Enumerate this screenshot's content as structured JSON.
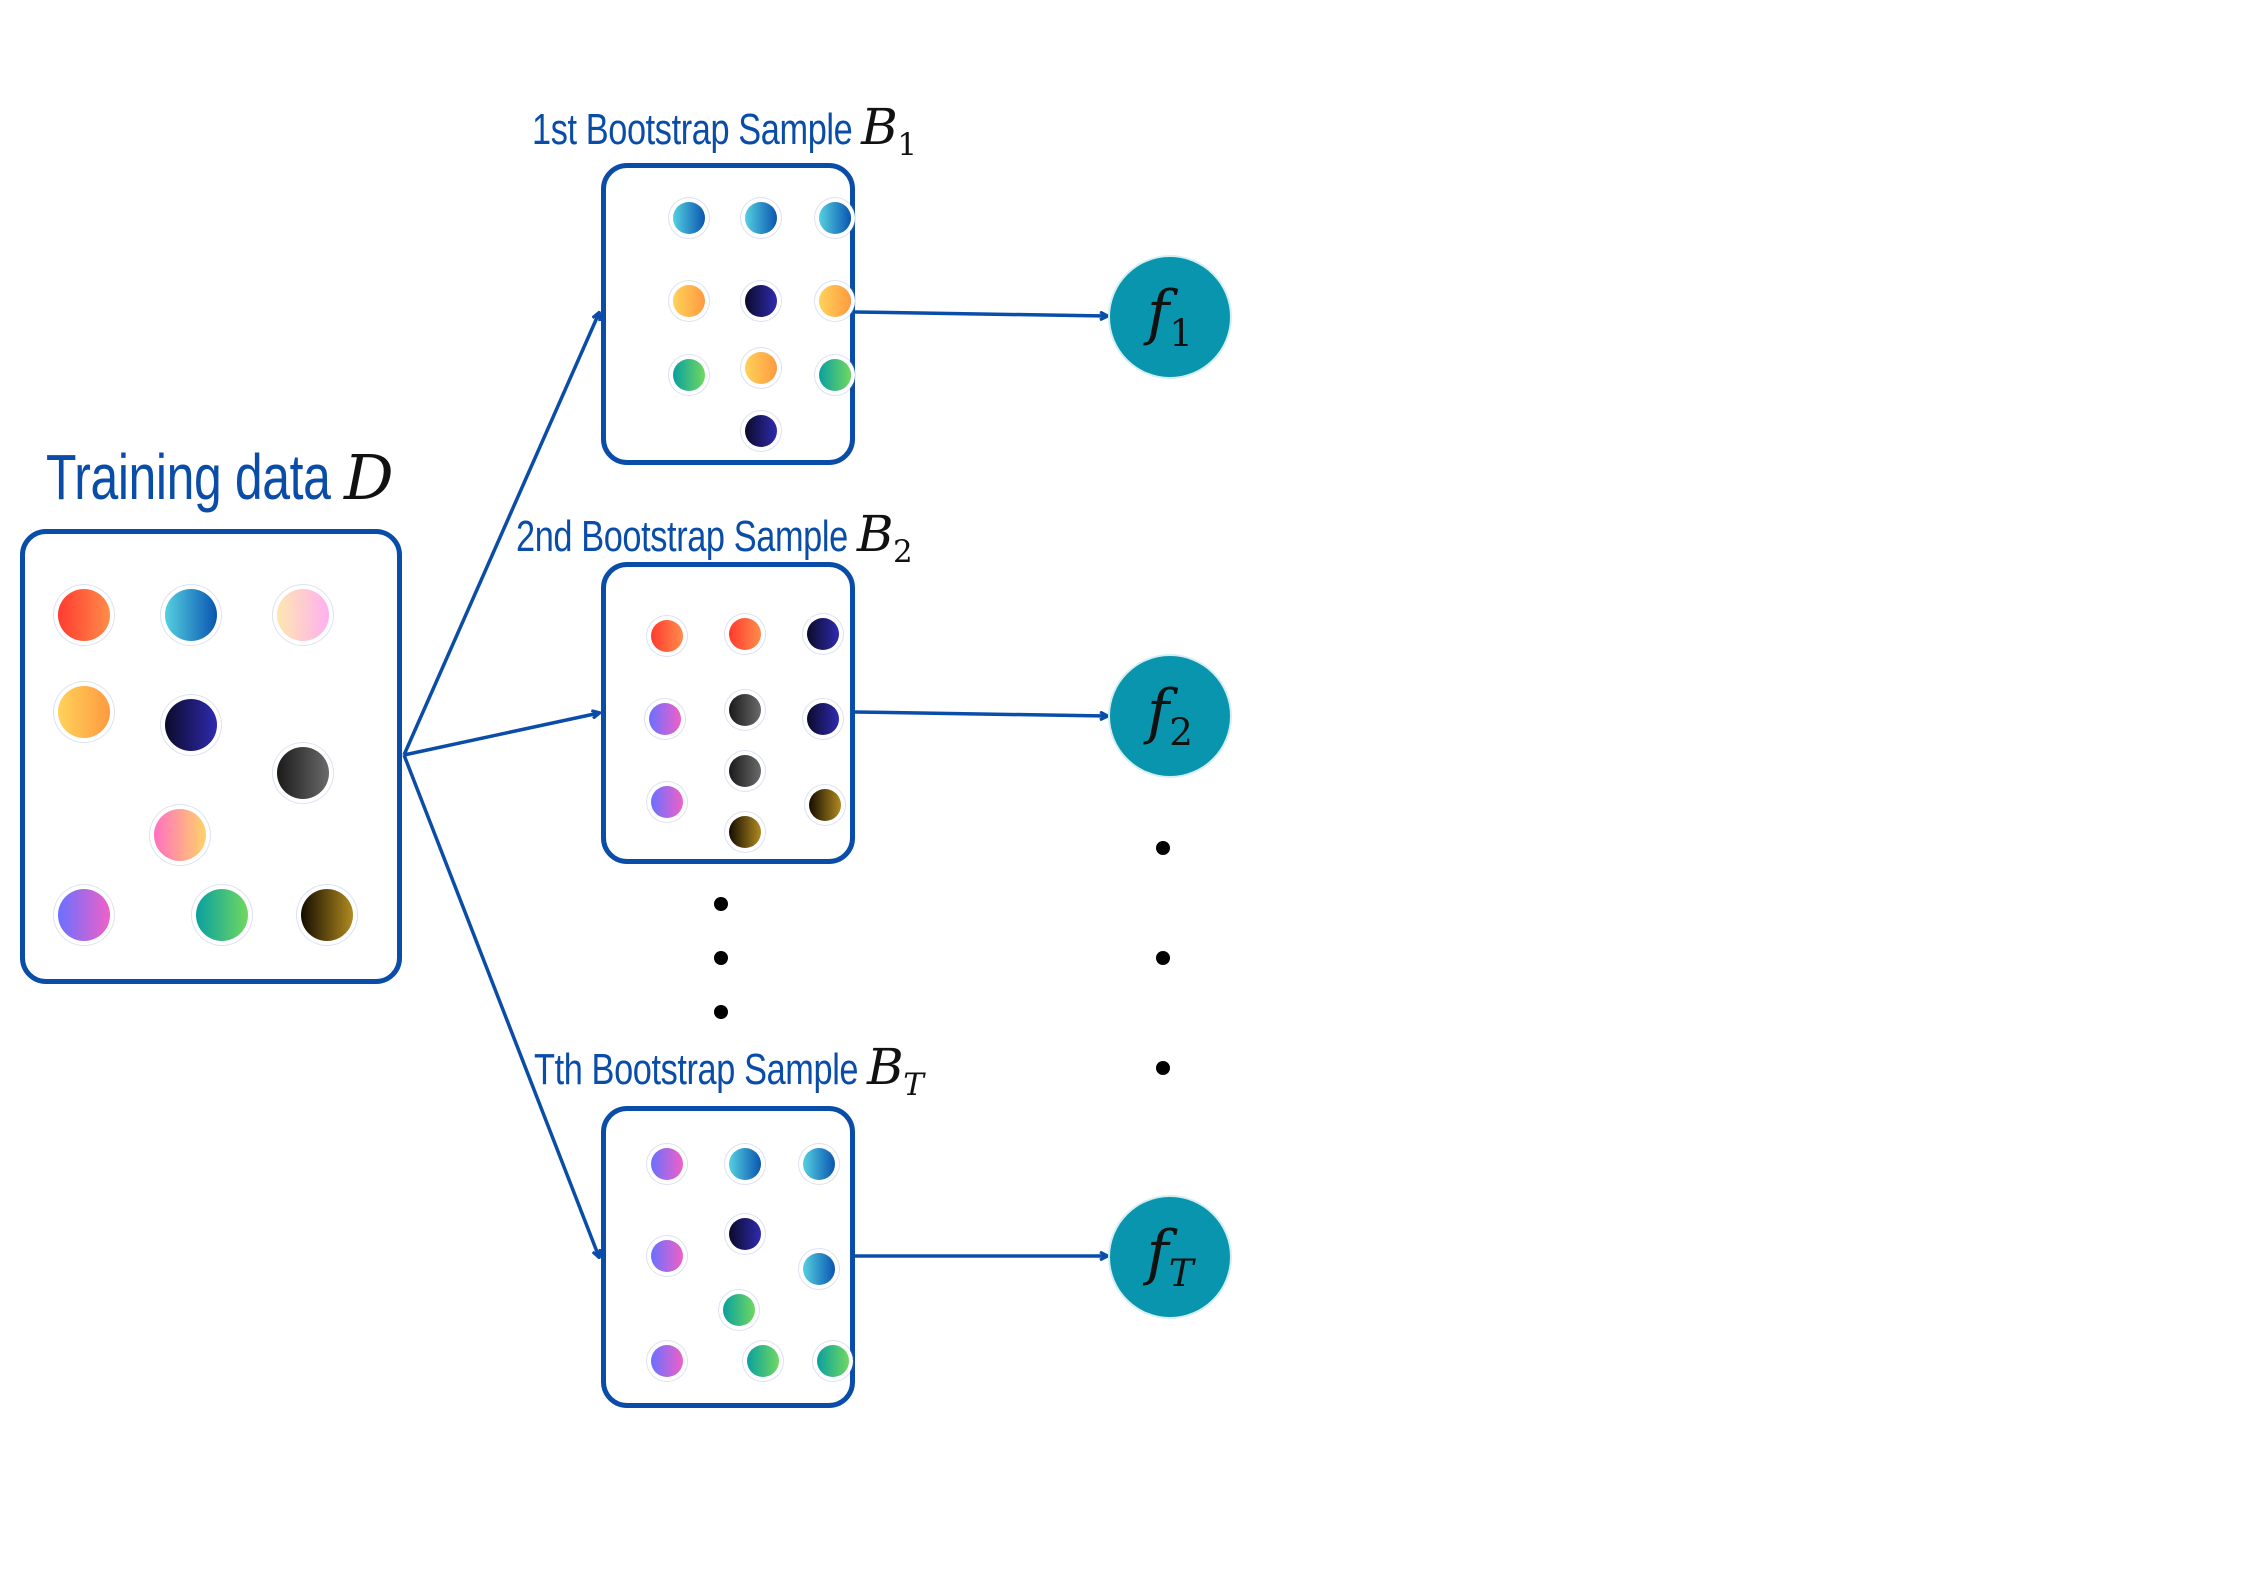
{
  "diagram": {
    "title": "Bootstrap sampling (bagging) diagram",
    "colors": {
      "accent": "#0a4da8",
      "model_fill": "#0995ad",
      "text_math": "#111111"
    },
    "training": {
      "label": "Training data",
      "symbol": "D",
      "points": [
        "red-orange",
        "cyan-blue",
        "peach-pink",
        "yellow-orange",
        "navy",
        "charcoal",
        "pink-peach",
        "violet-magenta",
        "teal-green",
        "brown-gold"
      ]
    },
    "samples": [
      {
        "label": "1st Bootstrap Sample",
        "symbol": "B",
        "subscript": "1",
        "points": [
          "cyan-blue",
          "cyan-blue",
          "cyan-blue",
          "yellow-orange",
          "navy",
          "yellow-orange",
          "teal-green",
          "yellow-orange",
          "teal-green",
          "navy"
        ]
      },
      {
        "label": "2nd Bootstrap Sample",
        "symbol": "B",
        "subscript": "2",
        "points": [
          "red-orange",
          "red-orange",
          "navy",
          "violet-magenta",
          "charcoal",
          "navy",
          "charcoal",
          "violet-magenta",
          "brown-gold",
          "brown-gold"
        ]
      },
      {
        "label": "Tth Bootstrap Sample",
        "symbol": "B",
        "subscript": "T",
        "points": [
          "violet-magenta",
          "cyan-blue",
          "cyan-blue",
          "violet-magenta",
          "navy",
          "cyan-blue",
          "teal-green",
          "violet-magenta",
          "teal-green",
          "teal-green"
        ]
      }
    ],
    "models": [
      {
        "symbol": "f",
        "subscript": "1"
      },
      {
        "symbol": "f",
        "subscript": "2"
      },
      {
        "symbol": "f",
        "subscript": "T"
      }
    ],
    "ellipsis": "continuation-dots",
    "point_gradients": {
      "red-orange": [
        "#ff3b30",
        "#ff8c4a"
      ],
      "cyan-blue": [
        "#55d0e0",
        "#0a55b0"
      ],
      "peach-pink": [
        "#fde7b0",
        "#ffb0f0"
      ],
      "yellow-orange": [
        "#ffd25a",
        "#ff9a40"
      ],
      "navy": [
        "#0b0b2a",
        "#2f2ab0"
      ],
      "charcoal": [
        "#1a1a1a",
        "#6a6a6a"
      ],
      "pink-peach": [
        "#ff70c0",
        "#ffd26a"
      ],
      "violet-magenta": [
        "#6a70ff",
        "#f060c8"
      ],
      "teal-green": [
        "#0aa0a0",
        "#70d860"
      ],
      "brown-gold": [
        "#150d00",
        "#b08a20"
      ]
    }
  }
}
